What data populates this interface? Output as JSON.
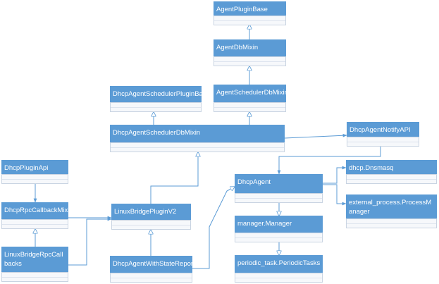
{
  "diagram": {
    "classes": [
      {
        "id": "agent-plugin-base",
        "label": "AgentPluginBase"
      },
      {
        "id": "agent-db-mixin",
        "label": "AgentDbMixin"
      },
      {
        "id": "agent-scheduler-db-mixin",
        "label": "AgentSchedulerDbMixin"
      },
      {
        "id": "dhcp-agent-scheduler-plugin-base",
        "label": "DhcpAgentSchedulerPluginBase"
      },
      {
        "id": "dhcp-agent-scheduler-db-mixin",
        "label": "DhcpAgentSchedulerDbMixin"
      },
      {
        "id": "dhcp-agent-notify-api",
        "label": "DhcpAgentNotifyAPI"
      },
      {
        "id": "dhcp-plugin-api",
        "label": "DhcpPluginApi"
      },
      {
        "id": "dhcp-rpc-callback-mixin",
        "label": "DhcpRpcCallbackMixin"
      },
      {
        "id": "linux-bridge-rpc-callbacks",
        "label": "LinuxBridgeRpcCallbacks"
      },
      {
        "id": "linux-bridge-plugin-v2",
        "label": "LinuxBridgePluginV2"
      },
      {
        "id": "dhcp-agent-with-state-report",
        "label": "DhcpAgentWithStateReport"
      },
      {
        "id": "dhcp-agent",
        "label": "DhcpAgent"
      },
      {
        "id": "manager-manager",
        "label": "manager.Manager"
      },
      {
        "id": "periodic-task-periodic-tasks",
        "label": "periodic_task.PeriodicTasks"
      },
      {
        "id": "dhcp-dnsmasq",
        "label": "dhcp.Dnsmasq"
      },
      {
        "id": "external-process-process-manager",
        "label": "external_process.ProcessManager"
      }
    ]
  },
  "colors": {
    "class_header": "#5b9bd5",
    "class_body": "#f6f8fb",
    "connector": "#5b9bd5",
    "label_text": "#ffffff"
  }
}
